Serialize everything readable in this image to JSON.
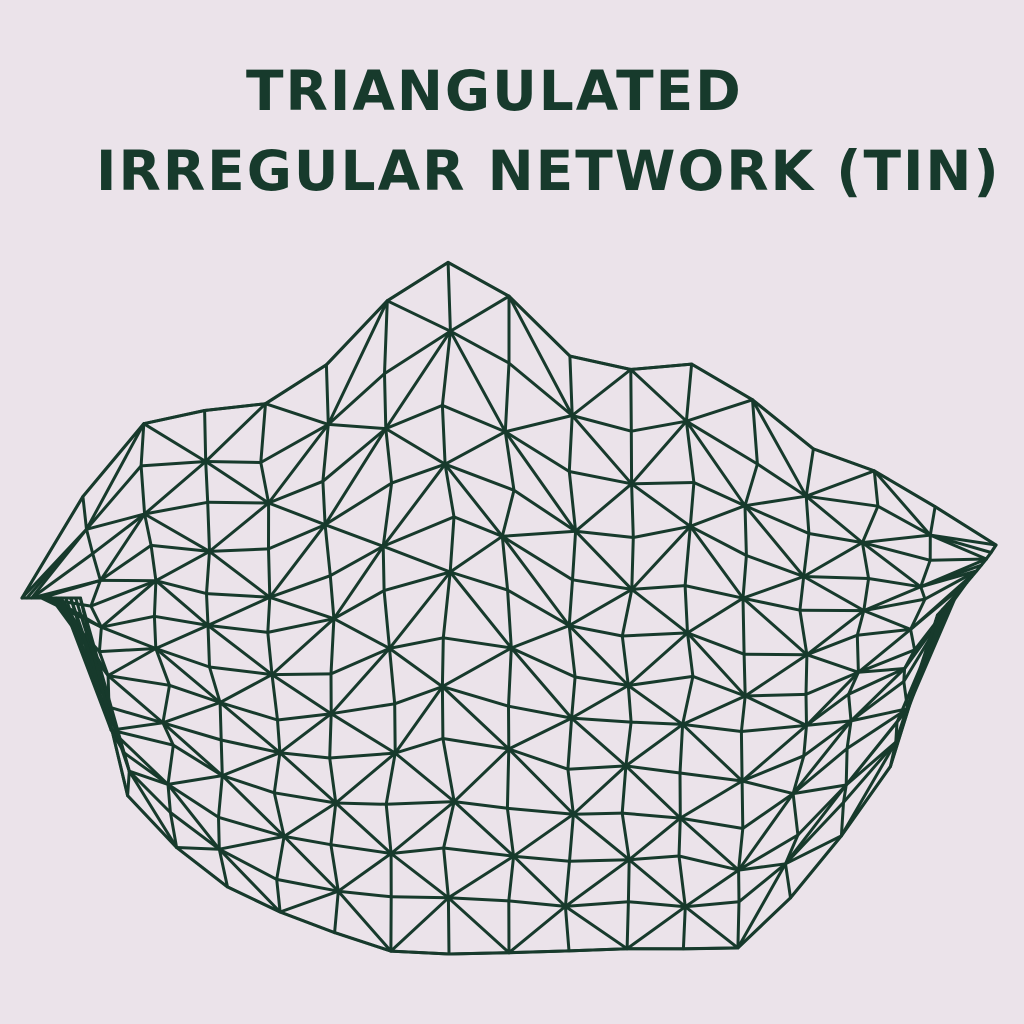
{
  "title": {
    "line1": "TRIANGULATED",
    "line2": "IRREGULAR NETWORK (TIN)"
  },
  "colors": {
    "background": "#ebe3ea",
    "ink": "#173a2c"
  },
  "diagram": {
    "subject": "triangulated-irregular-network-terrain-mesh"
  }
}
